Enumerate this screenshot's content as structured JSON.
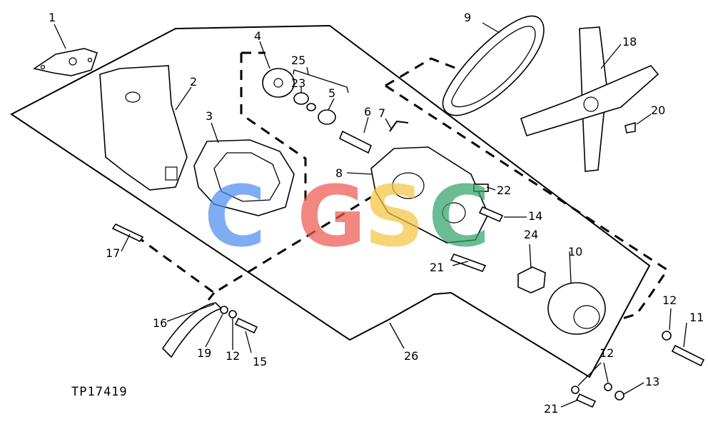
{
  "caption": "TP17419",
  "watermark": {
    "letters": [
      "C",
      "G",
      "S",
      "C"
    ],
    "colors": [
      "#4f8ef0",
      "#ee5a52",
      "#f4c542",
      "#34a36a"
    ]
  },
  "callouts": {
    "p1": "1",
    "p2": "2",
    "p3": "3",
    "p4": "4",
    "p5": "5",
    "p6": "6",
    "p7": "7",
    "p8": "8",
    "p9": "9",
    "p10": "10",
    "p11": "11",
    "p12a": "12",
    "p12b": "12",
    "p12c": "12",
    "p13": "13",
    "p14": "14",
    "p15": "15",
    "p16": "16",
    "p17": "17",
    "p18": "18",
    "p19": "19",
    "p20": "20",
    "p21a": "21",
    "p21b": "21",
    "p22": "22",
    "p23": "23",
    "p24": "24",
    "p25": "25",
    "p26": "26"
  }
}
